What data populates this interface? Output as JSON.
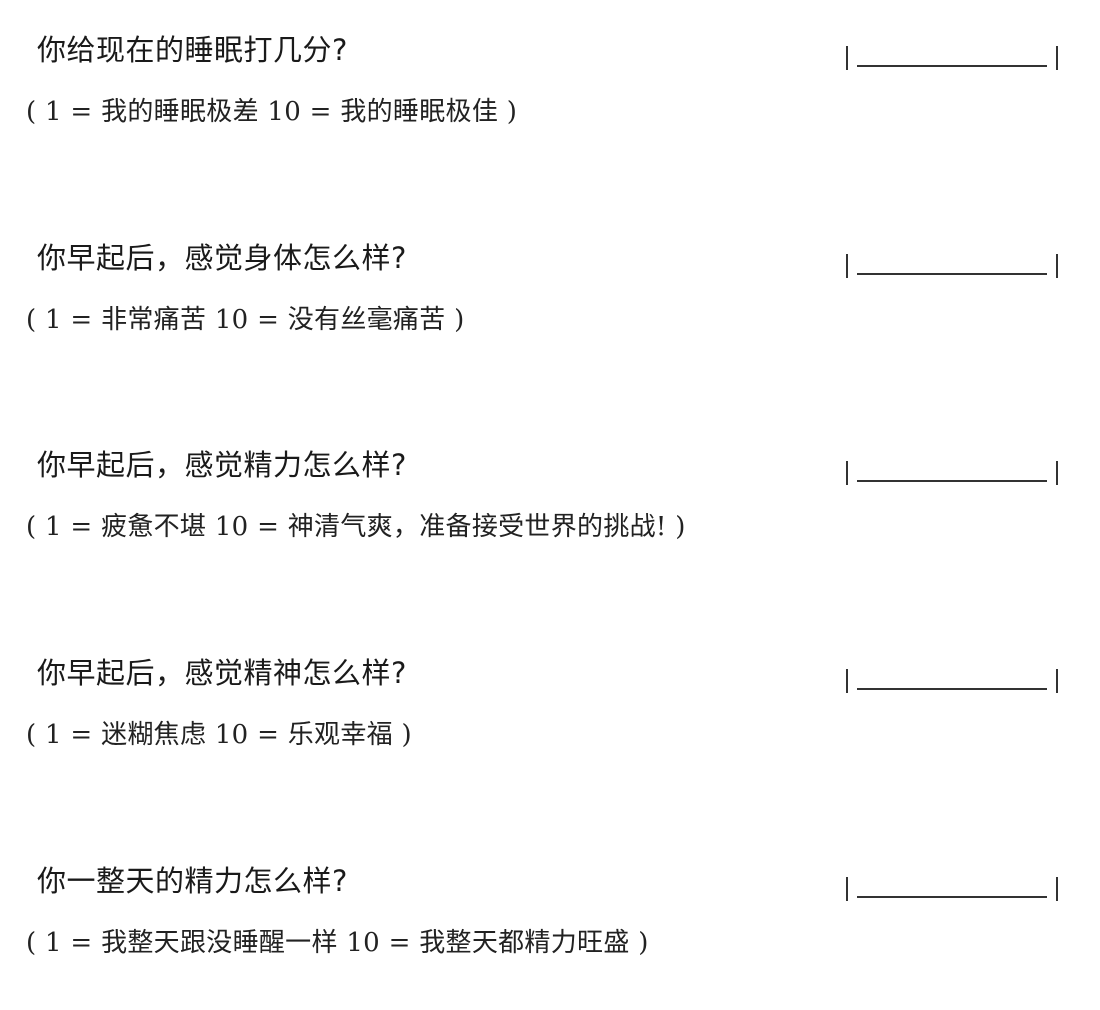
{
  "questions": [
    {
      "text": "你给现在的睡眠打几分?",
      "scale": "( 1 = 我的睡眠极差   10 = 我的睡眠极佳 )"
    },
    {
      "text": "你早起后，感觉身体怎么样?",
      "scale": "( 1 = 非常痛苦   10 = 没有丝毫痛苦 )"
    },
    {
      "text": "你早起后，感觉精力怎么样?",
      "scale": "( 1 = 疲惫不堪   10 = 神清气爽，准备接受世界的挑战! )"
    },
    {
      "text": "你早起后，感觉精神怎么样?",
      "scale": "( 1 = 迷糊焦虑   10 = 乐观幸福 )"
    },
    {
      "text": "你一整天的精力怎么样?",
      "scale": "( 1 = 我整天跟没睡醒一样   10 = 我整天都精力旺盛 )"
    }
  ]
}
